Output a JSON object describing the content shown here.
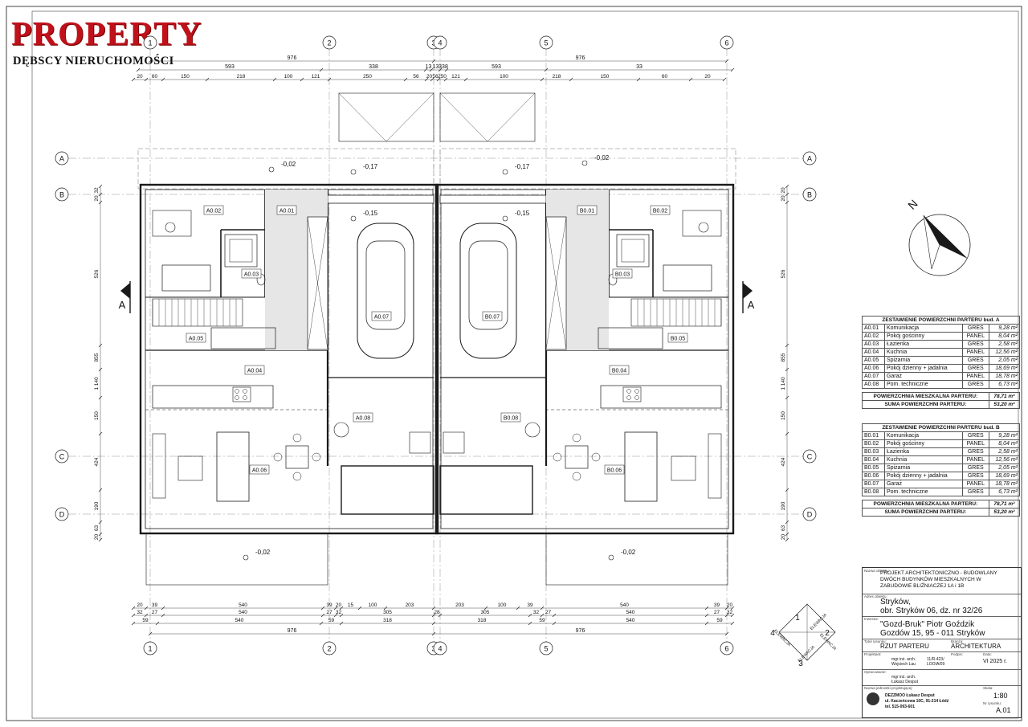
{
  "logo": {
    "brand": "PROPERTY",
    "subtitle": "DĘBSCY NIERUCHOMOŚCI"
  },
  "grid_axes": {
    "columns": [
      "1",
      "2",
      "3",
      "4",
      "5",
      "6"
    ],
    "rows": [
      "A",
      "B",
      "C",
      "D"
    ]
  },
  "top_dims": {
    "row1": [
      "976",
      "976"
    ],
    "row2": [
      "593",
      "338",
      "13",
      "13",
      "338",
      "593",
      "33"
    ],
    "row3": [
      "20",
      "60",
      "150",
      "218",
      "100",
      "121",
      "250",
      "56",
      "20",
      "56",
      "250",
      "121",
      "100",
      "218",
      "150",
      "60",
      "20"
    ]
  },
  "bottom_dims": {
    "row1": [
      "20",
      "39",
      "540",
      "39",
      "20",
      "15",
      "100",
      "203",
      "203",
      "100",
      "39",
      "540",
      "39",
      "20"
    ],
    "row2": [
      "32",
      "27",
      "540",
      "27",
      "32",
      "305",
      "28",
      "305",
      "32",
      "27",
      "540",
      "27",
      "32"
    ],
    "row3": [
      "59",
      "540",
      "59",
      "318",
      "318",
      "59",
      "540",
      "59"
    ],
    "row4": [
      "976",
      "976"
    ]
  },
  "side_dims": {
    "left": [
      "32",
      "20",
      "526",
      "855",
      "1 140",
      "150",
      "424",
      "190",
      "63",
      "20"
    ],
    "right": [
      "20",
      "20",
      "526",
      "855",
      "1 140",
      "150",
      "424",
      "190",
      "63",
      "20"
    ]
  },
  "rooms_a": [
    "A0.01",
    "A0.02",
    "A0.03",
    "A0.04",
    "A0.05",
    "A0.06",
    "A0.07",
    "A0.08"
  ],
  "rooms_b": [
    "B0.01",
    "B0.02",
    "B0.03",
    "B0.04",
    "B0.05",
    "B0.06",
    "B0.07",
    "B0.08"
  ],
  "levels": [
    "-0,02",
    "-0,17",
    "-0,17",
    "-0,02",
    "-0,15",
    "-0,15",
    "-0,02",
    "-0,02"
  ],
  "section_marks": [
    "A",
    "A"
  ],
  "schedule_a": {
    "header": "ZESTAWIENIE POWIERZCHNI PARTERU bud. A",
    "rows": [
      [
        "A0.01",
        "Komunikacja",
        "GRES",
        "9,28 m²"
      ],
      [
        "A0.02",
        "Pokój gościnny",
        "PANEL",
        "8,04 m²"
      ],
      [
        "A0.03",
        "Łazienka",
        "GRES",
        "2,58 m²"
      ],
      [
        "A0.04",
        "Kuchnia",
        "PANEL",
        "12,56 m²"
      ],
      [
        "A0.05",
        "Spiżarnia",
        "GRES",
        "2,05 m²"
      ],
      [
        "A0.06",
        "Pokój dzienny + jadalnia",
        "GRES",
        "18,69 m²"
      ],
      [
        "A0.07",
        "Garaż",
        "PANEL",
        "18,78 m²"
      ],
      [
        "A0.08",
        "Pom. techniczne",
        "GRES",
        "6,73 m²"
      ]
    ],
    "sum_living_label": "POWIERZCHNIA MIESZKALNA PARTERU:",
    "sum_living_value": "78,71 m²",
    "sum_total_label": "SUMA POWIERZCHNI PARTERU:",
    "sum_total_value": "53,20 m²"
  },
  "schedule_b": {
    "header": "ZESTAWIENIE POWIERZCHNI PARTERU bud. B",
    "rows": [
      [
        "B0.01",
        "Komunikacja",
        "GRES",
        "9,28 m²"
      ],
      [
        "B0.02",
        "Pokój gościnny",
        "PANEL",
        "8,04 m²"
      ],
      [
        "B0.03",
        "Łazienka",
        "GRES",
        "2,58 m²"
      ],
      [
        "B0.04",
        "Kuchnia",
        "PANEL",
        "12,56 m²"
      ],
      [
        "B0.05",
        "Spiżarnia",
        "GRES",
        "2,05 m²"
      ],
      [
        "B0.06",
        "Pokój dzienny + jadalnia",
        "GRES",
        "18,69 m²"
      ],
      [
        "B0.07",
        "Garaż",
        "PANEL",
        "18,78 m²"
      ],
      [
        "B0.08",
        "Pom. techniczne",
        "GRES",
        "6,73 m²"
      ]
    ],
    "sum_living_label": "POWIERZCHNIA MIESZKALNA PARTERU:",
    "sum_living_value": "78,71 m²",
    "sum_total_label": "SUMA POWIERZCHNI PARTERU:",
    "sum_total_value": "53,20 m²"
  },
  "title_block": {
    "object_label": "Nazwa obiektu:",
    "object_text": [
      "PROJEKT ARCHITEKTONICZNO - BUDOWLANY",
      "DWÓCH BUDYNKÓW MIESZKALNYCH W",
      "ZABUDOWIE BLIŹNIACZEJ 1A i 1B"
    ],
    "address_label": "Adres obiektu:",
    "address": [
      "Stryków,",
      "obr. Stryków 06, dz. nr 32/26"
    ],
    "investor_label": "Inwestor:",
    "investor": [
      "\"Gozd-Bruk\" Piotr Goździk",
      "Gozdów 15, 95 - 011 Stryków"
    ],
    "drawing_label": "Tytuł rysunku:",
    "drawing": "RZUT PARTERU",
    "branch_label": "Branża:",
    "branch": "ARCHITEKTURA",
    "designer_label": "Projektant:",
    "designer": [
      "mgr inż. arch.",
      "Wojciech Lau"
    ],
    "license": [
      "11/R-423/",
      "LOOIA/09"
    ],
    "sign_label": "Podpis:",
    "date_label": "Data:",
    "date": "VI 2025 r.",
    "drafter_label": "Opracowanie:",
    "drafter": [
      "mgr inż. arch.",
      "Łukasz Desput"
    ],
    "company_label": "Nazwa jednostki projektującej:",
    "company": [
      "DEZZMOO Łukasz Desput",
      "ul. Kaczeńcowa 10C, 91-214 Łódź",
      "tel. 515-093-601"
    ],
    "scale_label": "Skala:",
    "scale": "1:80",
    "sheet_label": "Nr rysunku:",
    "sheet": "A.01"
  },
  "elevation_key": {
    "labels": [
      "ELEWACJA",
      "ELEWACJA",
      "ELEWACJA",
      "ELEWACJA"
    ],
    "numbers": [
      "1",
      "2",
      "3",
      "4"
    ]
  },
  "compass": {
    "label": "N"
  },
  "colors": {
    "line": "#1a1a1a",
    "grid": "#777777",
    "fill": "#e6e6e6",
    "brand": "#c0111b"
  }
}
